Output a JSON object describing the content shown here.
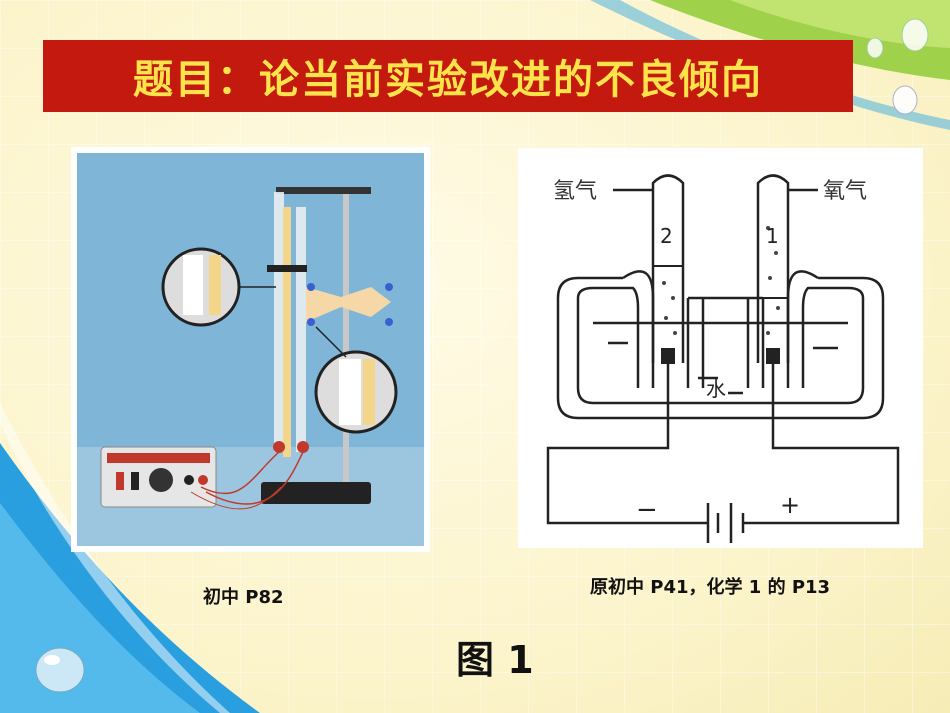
{
  "title": "题目：论当前实验改进的不良倾向",
  "figure": {
    "left_caption": "初中 P82",
    "right_caption": "原初中 P41，化学 1 的 P13",
    "label": "图 1"
  },
  "diagram": {
    "hydrogen_label": "氢气",
    "oxygen_label": "氧气",
    "tube_left_number": "2",
    "tube_right_number": "1",
    "water_label": "水",
    "minus_sign": "−",
    "plus_sign": "+"
  },
  "colors": {
    "title_bg": "#c4190f",
    "title_text": "#ffe34a",
    "photo_bg": "#7fb6d8"
  }
}
